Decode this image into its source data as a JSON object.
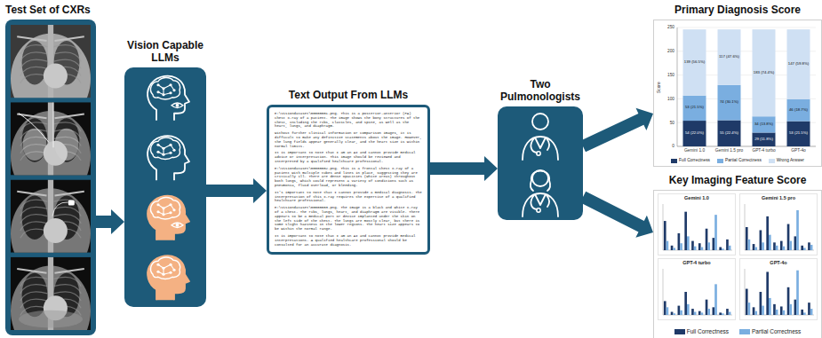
{
  "diagram": {
    "nodes": [
      {
        "text": [
          "Test Set of CXRs"
        ]
      },
      {
        "text": [
          "Vision Capable LLMs"
        ]
      },
      {
        "text": [
          "Text Output From LLMs",
          "E:\\visiondataset\\00000001.png. This is a posterior-anterior (PA) chest x-ray of a patient. The image shows the bony structures of the chest, including the ribs, clavicles, and spine, as well as the heart, lungs, and diaphragm.",
          "Without further clinical information or comparison images, it is difficult to make any definitive statements about the image. However, the lung fields appear generally clear, and the heart size is within normal limits.",
          "It is important to note that I am an AI and cannot provide medical advice or interpretation. This image should be reviewed and interpreted by a qualified healthcare professional.",
          "E:\\visiondataset\\00000002.png. This is a frontal chest x-ray of a patient with multiple tubes and lines in place, suggesting they are critically ill. There are dense opacities (white areas) throughout both lungs, which could represent a variety of conditions such as pneumonia, fluid overload, or bleeding.",
          "It's important to note that I cannot provide a medical diagnosis. The interpretation of this x-ray requires the expertise of a qualified healthcare professional.",
          "E:\\visiondataset\\00000003.png. The image is a black and white x-ray of a chest. The ribs, lungs, heart, and diaphragm are visible. There appears to be a medical port or device implanted under the skin on the left side of the chest. The lungs are mostly clear, but there is some slight haziness in the lower regions. The heart size appears to be within the normal range.",
          "It is important to note that I am an AI and cannot provide medical interpretations. A qualified healthcare professional should be consulted for an accurate diagnosis."
        ]
      },
      {
        "text": [
          "Two Pulmonologists"
        ]
      },
      {
        "text": [
          "Primary Diagnosis Score"
        ]
      },
      {
        "text": [
          "Key Imaging Feature Score"
        ]
      },
      {
        "text": [
          "Gemini 1.0"
        ],
        "in": 5
      },
      {
        "text": [
          "Gemini 1.5 pro"
        ],
        "in": 5
      },
      {
        "text": [
          "GPT-4 turbo"
        ],
        "in": 5
      },
      {
        "text": [
          "GPT-4o"
        ],
        "in": 5
      }
    ],
    "edges": [
      {
        "from": 0,
        "to": 1,
        "arrow": "to"
      },
      {
        "from": 1,
        "to": 2,
        "arrow": "to"
      },
      {
        "from": 2,
        "to": 3,
        "arrow": "to"
      },
      {
        "from": 3,
        "to": 4,
        "arrow": "to"
      },
      {
        "from": 3,
        "to": 5,
        "arrow": "to"
      }
    ],
    "labels": [
      "250",
      "200",
      "150",
      "100",
      "50",
      "0",
      "Score",
      "54 (22.0%)",
      "53 (21.5%)",
      "139 (56.5%)",
      "55 (22.4%)",
      "74 (30.1%)",
      "117 (47.6%)",
      "29 (11.8%)",
      "34 (13.8%)",
      "183 (74.4%)",
      "53 (21.5%)",
      "46 (18.7%)",
      "147 (59.8%)",
      "Gemini 1.0",
      "Gemini 1.5 pro",
      "GPT-4 turbo",
      "GPT-4o"
    ],
    "legend": [
      {
        "text": "Full Correctness",
        "color": "#1f3a68"
      },
      {
        "text": "Partial Correctness",
        "color": "#7aaee0"
      },
      {
        "text": "Wrong Answer",
        "color": "#cfe0f3"
      },
      {
        "text": "Full Correctness",
        "color": "#1f3a68"
      },
      {
        "text": "Partial Correctness",
        "color": "#7aaee0"
      }
    ]
  }
}
